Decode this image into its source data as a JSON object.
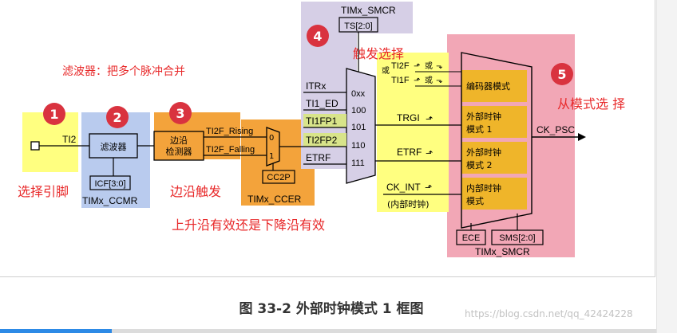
{
  "colors": {
    "yellow": "#ffff80",
    "blue": "#b9cbee",
    "orange": "#f3a33b",
    "purple": "#d6cfe6",
    "pink": "#f2a7b6",
    "block": "#efb52a",
    "green": "#d8e48a",
    "annotation_red": "#e8292a",
    "circle_red": "#d9333f"
  },
  "circles": [
    "1",
    "2",
    "3",
    "4",
    "5"
  ],
  "annotations": {
    "filter": "滤波器：把多个脉冲合并",
    "select_pin": "选择引脚",
    "edge_trigger": "边沿触发",
    "edge_valid": "上升沿有效还是下降沿有效",
    "trigger_select": "触发选择",
    "slave_mode_select": "从模式选 择"
  },
  "blocks": {
    "ti2": "TI2",
    "filter_box": "滤波器",
    "icf": "ICF[3:0]",
    "timx_ccmr": "TIMx_CCMR",
    "edge_detector_line1": "边沿",
    "edge_detector_line2": "检测器",
    "ti2f_rising": "TI2F_Rising",
    "ti2f_falling": "TI2F_Falling",
    "mux_0": "0",
    "mux_1": "1",
    "cc2p": "CC2P",
    "timx_ccer": "TIMx_CCER",
    "timx_smcr_top": "TIMx_SMCR",
    "ts": "TS[2:0]",
    "mux_codes": [
      "0xx",
      "100",
      "101",
      "110",
      "111"
    ],
    "mux_inputs": [
      "ITRx",
      "TI1_ED",
      "TI1FP1",
      "TI2FP2",
      "ETRF"
    ],
    "encoder_in_1": "TI2F",
    "encoder_in_2": "TI1F",
    "or_word": "或",
    "or_word_left": "或",
    "encoder_mode": "编码器模式",
    "trgi": "TRGI",
    "ext_clk1_line1": "外部时钟",
    "ext_clk1_line2": "模式 1",
    "etrf": "ETRF",
    "ext_clk2_line1": "外部时钟",
    "ext_clk2_line2": "模式 2",
    "ck_int": "CK_INT",
    "internal_clk_paren": "(内部时钟)",
    "int_clk_line1": "内部时钟",
    "int_clk_line2": "模式",
    "ck_psc": "CK_PSC",
    "ece": "ECE",
    "sms": "SMS[2:0]",
    "timx_smcr_bottom": "TIMx_SMCR"
  },
  "caption": "图 33-2 外部时钟模式 1 框图",
  "watermark": "https://blog.csdn.net/qq_42424228"
}
